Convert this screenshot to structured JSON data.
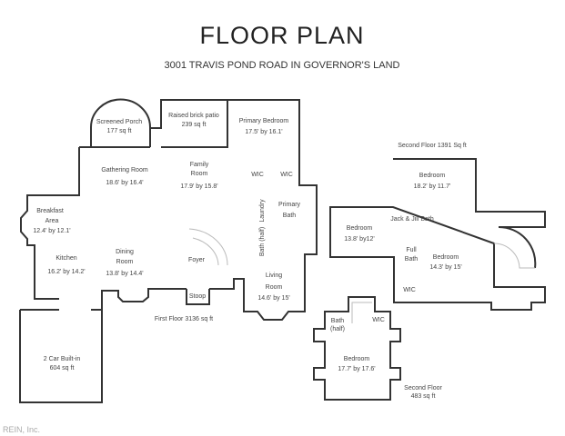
{
  "title": "FLOOR PLAN",
  "address": "3001 TRAVIS POND ROAD IN GOVERNOR'S LAND",
  "watermark": "REIN, Inc.",
  "first_floor": {
    "label": "First Floor 3136 sq ft",
    "rooms": {
      "screened_porch": [
        "Screened Porch",
        "177 sq ft"
      ],
      "patio": [
        "Raised brick patio",
        "239 sq ft"
      ],
      "primary_bedroom": [
        "Primary Bedroom",
        "17.5' by 16.1'"
      ],
      "gathering": [
        "Gathering Room",
        "18.6' by 16.4'"
      ],
      "family": [
        "Family",
        "Room",
        "17.9' by 15.8'"
      ],
      "wic1": "WIC",
      "wic2": "WIC",
      "laundry": "Laundry",
      "bath_half": "Bath (half)",
      "primary_bath": [
        "Primary",
        "Bath"
      ],
      "breakfast": [
        "Breakfast",
        "Area",
        "12.4' by 12.1'"
      ],
      "kitchen": [
        "Kitchen",
        "16.2' by 14.2'"
      ],
      "dining": [
        "Dining",
        "Room",
        "13.8' by 14.4'"
      ],
      "foyer": "Foyer",
      "stoop": "Stoop",
      "living": [
        "Living",
        "Room",
        "14.6' by 15'"
      ],
      "garage": [
        "2 Car Built-in",
        "604 sq ft"
      ]
    }
  },
  "second_floor_main": {
    "label": "Second Floor 1391 Sq ft",
    "rooms": {
      "bedroom_a": [
        "Bedroom",
        "18.2' by 11.7'"
      ],
      "jack_jill": "Jack & Jill Bath",
      "bedroom_b": [
        "Bedroom",
        "13.8' by12'"
      ],
      "full_bath": [
        "Full",
        "Bath"
      ],
      "bedroom_c": [
        "Bedroom",
        "14.3' by 15'"
      ],
      "wic": "WIC"
    }
  },
  "second_floor_small": {
    "label": [
      "Second Floor",
      "483 sq ft"
    ],
    "rooms": {
      "bath_half": [
        "Bath",
        "(half)"
      ],
      "wic": "WIC",
      "bedroom": [
        "Bedroom",
        "17.7' by 17.6'"
      ]
    }
  }
}
